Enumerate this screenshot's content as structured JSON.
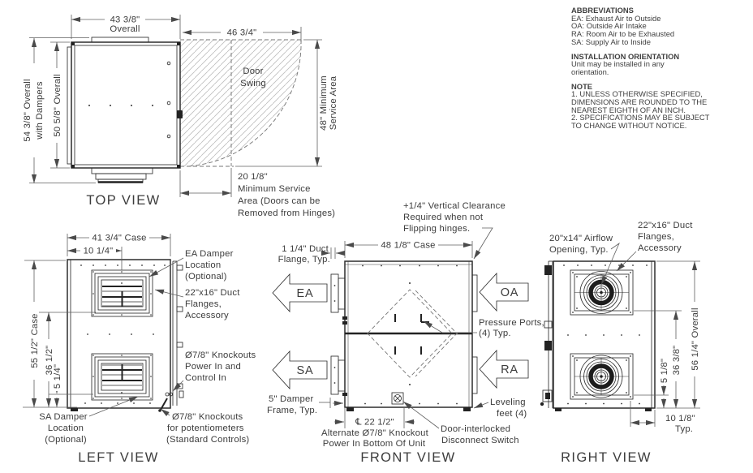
{
  "colors": {
    "line": "#2d2d2d",
    "dim": "#5f5f5f",
    "text": "#3c3c3c",
    "hatch": "#bdbdbd"
  },
  "notes": {
    "abbr": {
      "heading": "ABBREVIATIONS",
      "lines": [
        "EA: Exhaust Air to Outside",
        "OA: Outside Air Intake",
        "RA: Room Air to be Exhausted",
        "SA: Supply Air to Inside"
      ]
    },
    "inst": {
      "heading": "INSTALLATION ORIENTATION",
      "lines": [
        "Unit may be installed in any",
        "orientation."
      ]
    },
    "note": {
      "heading": "NOTE",
      "lines": [
        "1. UNLESS OTHERWISE SPECIFIED,",
        "DIMENSIONS ARE ROUNDED TO THE",
        "NEAREST EIGHTH OF AN INCH.",
        "2. SPECIFICATIONS MAY BE SUBJECT",
        "TO CHANGE WITHOUT NOTICE."
      ]
    }
  },
  "top_view": {
    "title": "TOP VIEW",
    "dim_overall_w": "43 3/8\"",
    "dim_overall_w2": "Overall",
    "dim_door_w": "46 3/4\"",
    "dim_damp_1": "54 3/8\" Overall",
    "dim_damp_2": "with Dampers",
    "dim_depth": "50 5/8\" Overall",
    "door_swing": [
      "Door",
      "Swing"
    ],
    "svc48": [
      "48\" Minimum",
      "Service Area"
    ],
    "svc20": [
      "20 1/8\"",
      "Minimum Service",
      "Area (Doors can be",
      "Removed from Hinges)"
    ]
  },
  "left_view": {
    "title": "LEFT VIEW",
    "dim_case_w": "41 3/4\" Case",
    "dim_offset": "10 1/4\"",
    "dim_case_h": "55 1/2\" Case",
    "dim_36": "36 1/2\"",
    "dim_5": "5 1/4\"",
    "ea_damper": [
      "EA Damper",
      "Location",
      "(Optional)"
    ],
    "duct_flanges": [
      "22\"x16\" Duct",
      "Flanges,",
      "Accessory"
    ],
    "knockouts_power": [
      "Ø7/8\" Knockouts",
      "Power In and",
      "Control In"
    ],
    "knockouts_pot": [
      "Ø7/8\" Knockouts",
      "for potentiometers",
      "(Standard Controls)"
    ],
    "sa_damper": [
      "SA Damper",
      "Location",
      "(Optional)"
    ]
  },
  "front_view": {
    "title": "FRONT VIEW",
    "clearance": [
      "+1/4\" Vertical Clearance",
      "Required when not",
      "Flipping hinges."
    ],
    "dim_case": "48 1/8\" Case",
    "duct_flange": [
      "1 1/4\" Duct",
      "Flange, Typ."
    ],
    "damper_frame": [
      "5\" Damper",
      "Frame, Typ."
    ],
    "dim_cl": "℄ 22 1/2\"",
    "pressure_ports": [
      "Pressure Ports,",
      "(4) Typ."
    ],
    "alt_knockout": [
      "Alternate Ø7/8\" Knockout",
      "Power In Bottom Of Unit"
    ],
    "disconnect": [
      "Door-interlocked",
      "Disconnect Switch"
    ],
    "leveling": [
      "Leveling",
      "feet (4)"
    ],
    "arrow_ea": "EA",
    "arrow_oa": "OA",
    "arrow_sa": "SA",
    "arrow_ra": "RA"
  },
  "right_view": {
    "title": "RIGHT VIEW",
    "airflow": [
      "20\"x14\" Airflow",
      "Opening, Typ."
    ],
    "duct_flanges": [
      "22\"x16\" Duct",
      "Flanges,",
      "Accessory"
    ],
    "dim_5": "5 1/8\"",
    "dim_36": "36 3/8\"",
    "dim_56": "56 1/4\" Overall",
    "dim_10": [
      "10 1/8\"",
      "Typ."
    ]
  }
}
